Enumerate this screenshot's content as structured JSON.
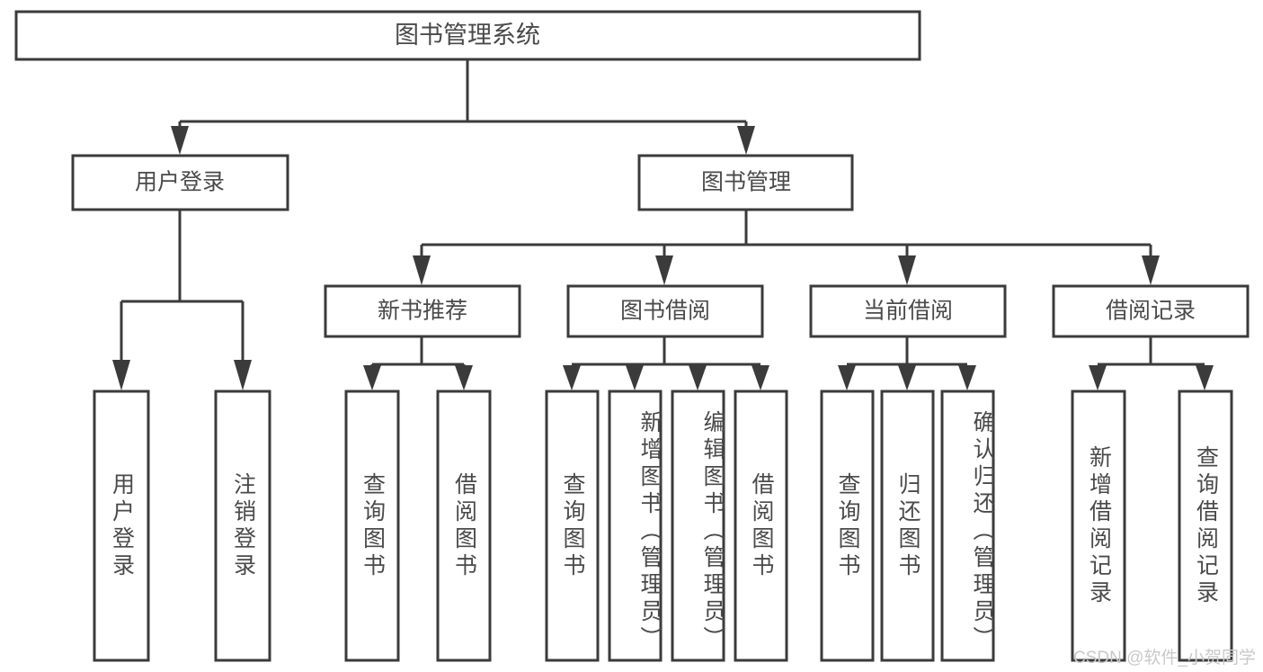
{
  "diagram": {
    "type": "tree-hierarchy",
    "title": "图书管理系统",
    "root": {
      "label": "图书管理系统"
    },
    "level2": [
      {
        "id": "user-login",
        "label": "用户登录"
      },
      {
        "id": "book-manage",
        "label": "图书管理"
      }
    ],
    "level3": [
      {
        "id": "new-book-recommend",
        "label": "新书推荐"
      },
      {
        "id": "book-borrow",
        "label": "图书借阅"
      },
      {
        "id": "current-borrow",
        "label": "当前借阅"
      },
      {
        "id": "borrow-record",
        "label": "借阅记录"
      }
    ],
    "leaves": {
      "user_login": [
        {
          "id": "leaf-user-login",
          "label": "用户登录"
        },
        {
          "id": "leaf-logout",
          "label": "注销登录"
        }
      ],
      "new_book_recommend": [
        {
          "id": "leaf-query-book-1",
          "label": "查询图书"
        },
        {
          "id": "leaf-borrow-book-1",
          "label": "借阅图书"
        }
      ],
      "book_borrow": [
        {
          "id": "leaf-query-book-2",
          "label": "查询图书"
        },
        {
          "id": "leaf-add-book",
          "label": "新增图书（管理员）"
        },
        {
          "id": "leaf-edit-book",
          "label": "编辑图书（管理员）"
        },
        {
          "id": "leaf-borrow-book-2",
          "label": "借阅图书"
        }
      ],
      "current_borrow": [
        {
          "id": "leaf-query-book-3",
          "label": "查询图书"
        },
        {
          "id": "leaf-return-book",
          "label": "归还图书"
        },
        {
          "id": "leaf-confirm-return",
          "label": "确认归还（管理员）"
        }
      ],
      "borrow_record": [
        {
          "id": "leaf-add-record",
          "label": "新增借阅记录"
        },
        {
          "id": "leaf-query-record",
          "label": "查询借阅记录"
        }
      ]
    },
    "watermark": "CSDN @软件_小贺同学",
    "colors": {
      "box_stroke": "#3b3b3b",
      "box_fill": "#ffffff",
      "text": "#4a4a4a",
      "connector": "#3b3b3b",
      "watermark": "#c9c9c9",
      "background": "#ffffff"
    }
  }
}
